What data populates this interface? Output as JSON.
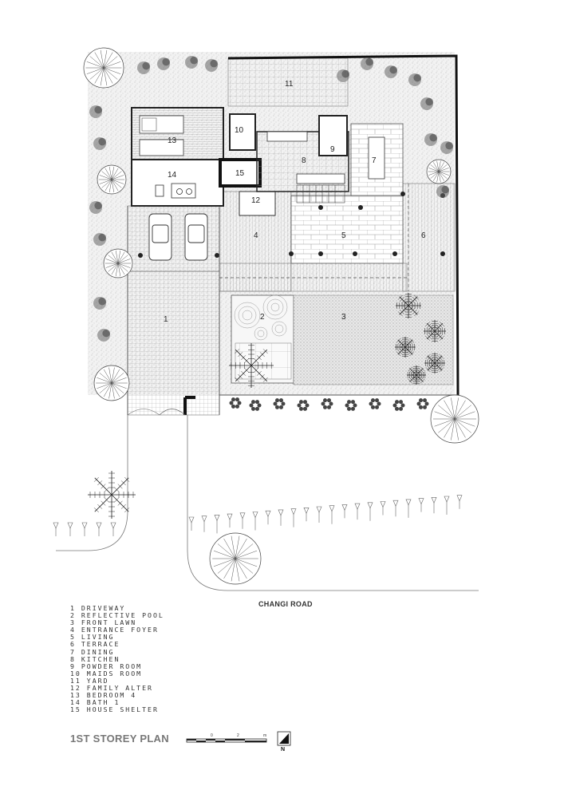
{
  "road_label": "CHANGI ROAD",
  "plan_title": "1ST STOREY PLAN",
  "north_label": "N",
  "scale": {
    "ticks": [
      "0",
      "2",
      "m"
    ]
  },
  "rooms": [
    {
      "num": "1",
      "name": "DRIVEWAY"
    },
    {
      "num": "2",
      "name": "REFLECTIVE POOL"
    },
    {
      "num": "3",
      "name": "FRONT LAWN"
    },
    {
      "num": "4",
      "name": "ENTRANCE FOYER"
    },
    {
      "num": "5",
      "name": "LIVING"
    },
    {
      "num": "6",
      "name": "TERRACE"
    },
    {
      "num": "7",
      "name": "DINING"
    },
    {
      "num": "8",
      "name": "KITCHEN"
    },
    {
      "num": "9",
      "name": "POWDER ROOM"
    },
    {
      "num": "10",
      "name": "MAIDS ROOM"
    },
    {
      "num": "11",
      "name": "YARD"
    },
    {
      "num": "12",
      "name": "FAMILY ALTER"
    },
    {
      "num": "13",
      "name": "BEDROOM 4"
    },
    {
      "num": "14",
      "name": "BATH 1"
    },
    {
      "num": "15",
      "name": "HOUSE SHELTER"
    }
  ]
}
